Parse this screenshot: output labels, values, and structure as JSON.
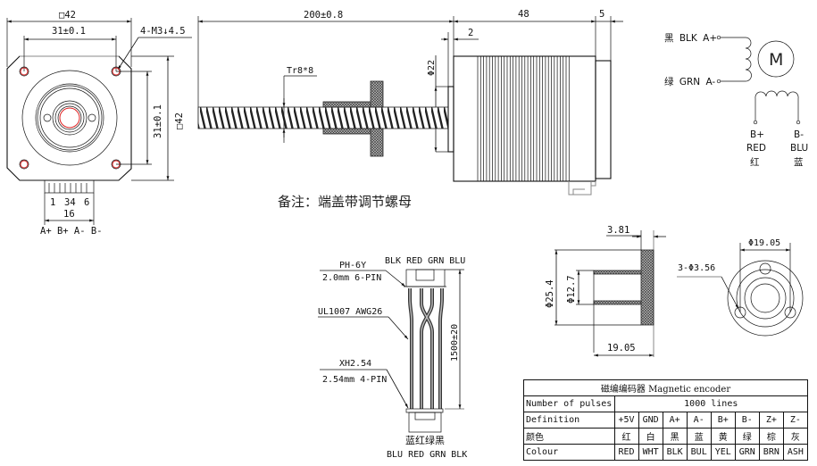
{
  "front_view": {
    "outer_dim_label": "□42",
    "hole_spacing_label": "31±0.1",
    "thread_callout": "4-M3↓4.5",
    "vertical_hole_spacing_label": "31±0.1",
    "vertical_outer_dim_label": "□42",
    "connector_pins": [
      "1",
      "34",
      "6"
    ],
    "connector_width_label": "16",
    "connector_signals": "A+ B+ A- B-"
  },
  "side_view": {
    "screw_length_label": "200±0.8",
    "thread_spec_label": "Tr8*8",
    "pilot_diameter_label": "Φ22",
    "pilot_depth_label": "2",
    "body_length_label": "48",
    "endcap_length_label": "5",
    "note": "备注：端盖带调节螺母"
  },
  "wiring_schematic": {
    "coil_a": [
      {
        "cn": "黑",
        "color": "BLK",
        "signal": "A+"
      },
      {
        "cn": "绿",
        "color": "GRN",
        "signal": "A-"
      }
    ],
    "motor_symbol": "M",
    "coil_b": [
      {
        "signal": "B+",
        "color": "RED",
        "cn": "红"
      },
      {
        "signal": "B-",
        "color": "BLU",
        "cn": "蓝"
      }
    ]
  },
  "cable": {
    "top_colors": "BLK RED GRN BLU",
    "top_connector_name": "PH-6Y",
    "top_connector_spec": "2.0mm 6-PIN",
    "wire_spec": "UL1007 AWG26",
    "bottom_connector_name": "XH2.54",
    "bottom_connector_spec": "2.54mm 4-PIN",
    "length_label": "1500±20",
    "bottom_colors_cn": "蓝红绿黑",
    "bottom_colors": "BLU RED GRN BLK"
  },
  "nut_detail": {
    "flange_thickness_label": "3.81",
    "outer_diameter_label": "Φ25.4",
    "inner_diameter_label": "Φ12.7",
    "length_label": "19.05",
    "bolt_circle_label": "Φ19.05",
    "hole_callout": "3-Φ3.56"
  },
  "encoder_table": {
    "title": "磁编编码器 Magnetic encoder",
    "pulses_label": "Number of pulses",
    "pulses_value": "1000 lines",
    "rows": [
      {
        "label": "Definition",
        "cells": [
          "+5V",
          "GND",
          "A+",
          "A-",
          "B+",
          "B-",
          "Z+",
          "Z-"
        ]
      },
      {
        "label": "颜色",
        "cells": [
          "红",
          "白",
          "黑",
          "蓝",
          "黄",
          "绿",
          "棕",
          "灰"
        ]
      },
      {
        "label": "Colour",
        "cells": [
          "RED",
          "WHT",
          "BLK",
          "BUL",
          "YEL",
          "GRN",
          "BRN",
          "ASH"
        ]
      }
    ]
  }
}
